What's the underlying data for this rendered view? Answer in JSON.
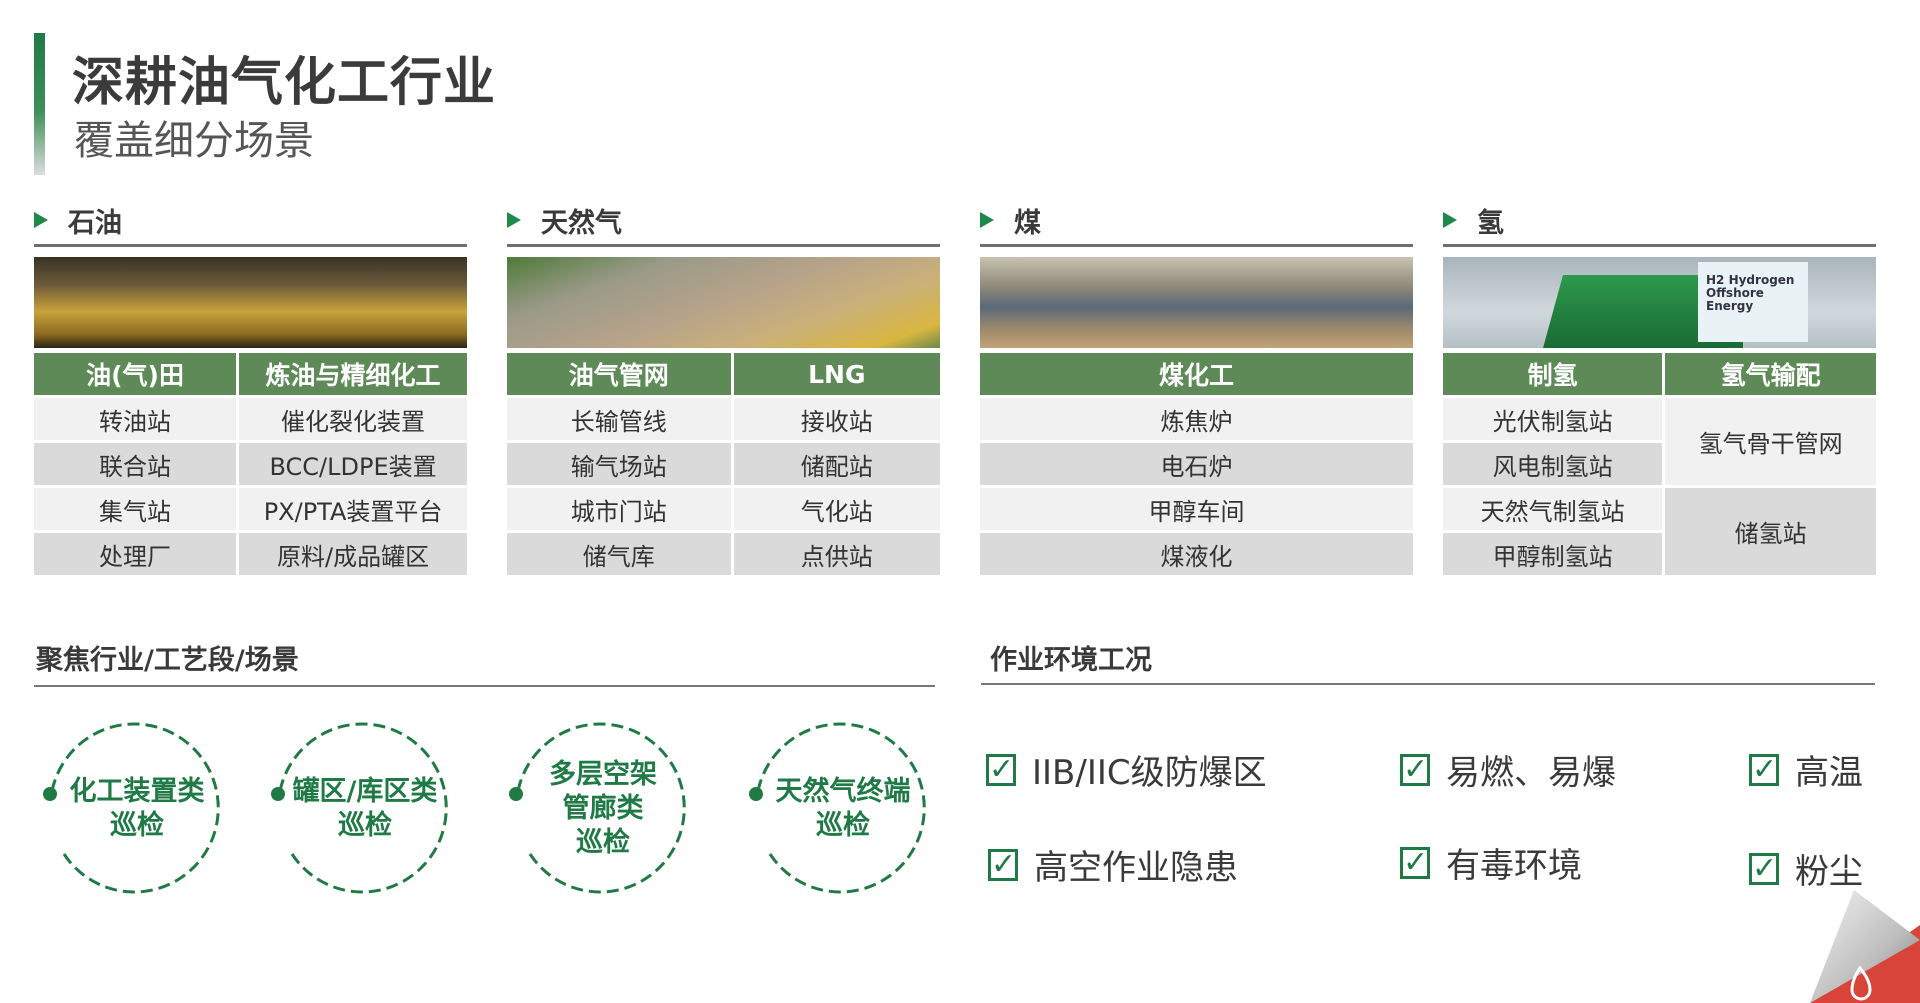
{
  "header": {
    "title": "深耕油气化工行业",
    "subtitle": "覆盖细分场景"
  },
  "sections": [
    {
      "name": "石油",
      "photo": "refinery-night-photo",
      "headers": [
        "油(气)田",
        "炼油与精细化工"
      ],
      "rows": [
        [
          "转油站",
          "催化裂化装置"
        ],
        [
          "联合站",
          "BCC/LDPE装置"
        ],
        [
          "集气站",
          "PX/PTA装置平台"
        ],
        [
          "处理厂",
          "原料/成品罐区"
        ]
      ]
    },
    {
      "name": "天然气",
      "photo": "gas-station-aerial-photo",
      "headers": [
        "油气管网",
        "LNG"
      ],
      "rows": [
        [
          "长输管线",
          "接收站"
        ],
        [
          "输气场站",
          "储配站"
        ],
        [
          "城市门站",
          "气化站"
        ],
        [
          "储气库",
          "点供站"
        ]
      ]
    },
    {
      "name": "煤",
      "photo": "coal-chemical-plant-photo",
      "headers": [
        "煤化工"
      ],
      "rows": [
        [
          "炼焦炉"
        ],
        [
          "电石炉"
        ],
        [
          "甲醇车间"
        ],
        [
          "煤液化"
        ]
      ]
    },
    {
      "name": "氢",
      "photo": "hydrogen-plant-photo",
      "headers": [
        "制氢",
        "氢气输配"
      ],
      "left": [
        "光伏制氢站",
        "风电制氢站",
        "天然气制氢站",
        "甲醇制氢站"
      ],
      "right": [
        "氢气骨干管网",
        "储氢站"
      ],
      "photo_text": "H2 Hydrogen Offshore Energy"
    }
  ],
  "focus": {
    "title": "聚焦行业/工艺段/场景",
    "items": [
      "化工装置类\n巡检",
      "罐区/库区类\n巡检",
      "多层空架\n管廊类\n巡检",
      "天然气终端\n巡检"
    ]
  },
  "env": {
    "title": "作业环境工况",
    "items": [
      "IIB/IIC级防爆区",
      "易燃、易爆",
      "高温",
      "高空作业隐患",
      "有毒环境",
      "粉尘"
    ],
    "check": "☑"
  },
  "colors": {
    "accent": "#1f7a45",
    "table_header": "#5e8a57"
  }
}
